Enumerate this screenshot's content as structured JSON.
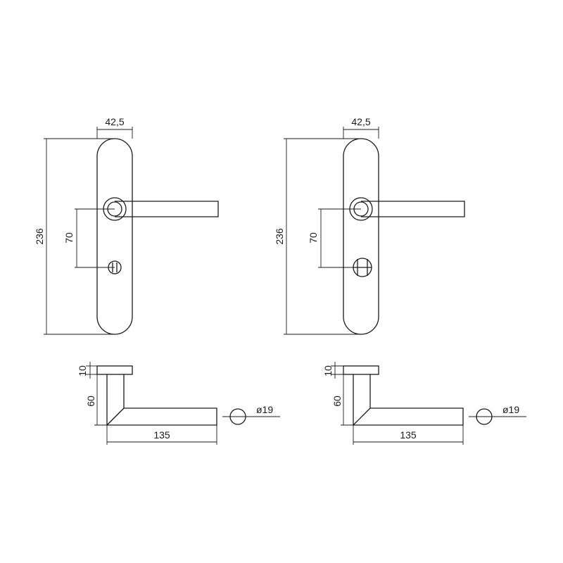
{
  "left_drawing": {
    "plate_width": "42,5",
    "plate_height": "236",
    "handle_to_key_distance": "70",
    "rose_thickness": "10",
    "handle_projection": "60",
    "handle_length": "135",
    "handle_diameter": "ø19"
  },
  "right_drawing": {
    "plate_width": "42,5",
    "plate_height": "236",
    "handle_to_key_distance": "70",
    "rose_thickness": "10",
    "handle_projection": "60",
    "handle_length": "135",
    "handle_diameter": "ø19"
  },
  "colors": {
    "line": "#1a1a1a",
    "background": "#ffffff"
  }
}
